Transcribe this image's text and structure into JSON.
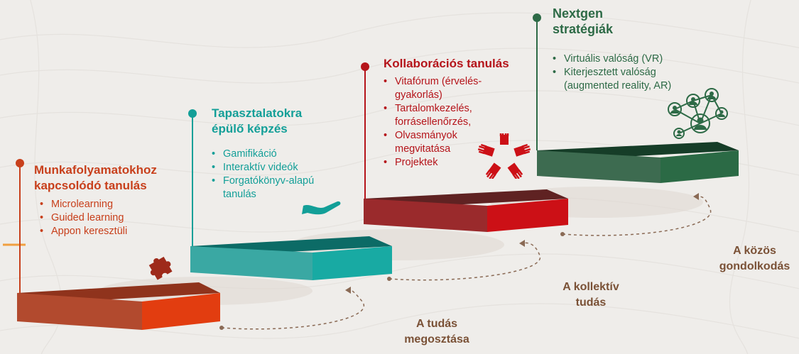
{
  "steps": [
    {
      "title_line1": "Munkafolyamatokhoz",
      "title_line2": "kapcsolódó tanulás",
      "items": [
        "Microlearning",
        "Guided learning",
        "Appon keresztüli"
      ],
      "color": "#c8401c",
      "icon": "puzzle-icon"
    },
    {
      "title_line1": "Tapasztalatokra",
      "title_line2": "épülő képzés",
      "items": [
        "Gamifikáció",
        "Interaktív videók",
        "Forgatókönyv-alapú tanulás"
      ],
      "color": "#139f98",
      "icon": "helping-hand-icon"
    },
    {
      "title_line1": "Kollaborációs tanulás",
      "items": [
        "Vitafórum (érvelés-gyakorlás)",
        "Tartalomkezelés, forrásellenőrzés,",
        "Olvasmányok megvitatása",
        "Projektek"
      ],
      "color": "#b5141a",
      "icon": "hands-circle-icon"
    },
    {
      "title_line1": "Nextgen",
      "title_line2": "stratégiák",
      "items": [
        "Virtuális valóság (VR)",
        "Kiterjesztett valóság (augmented reality, AR)"
      ],
      "color": "#2d6a46",
      "icon": "network-people-icon"
    }
  ],
  "transitions": [
    {
      "line1": "A tudás",
      "line2": "megosztása"
    },
    {
      "line1": "A kollektív",
      "line2": "tudás"
    },
    {
      "line1": "A közös",
      "line2": "gondolkodás"
    }
  ]
}
